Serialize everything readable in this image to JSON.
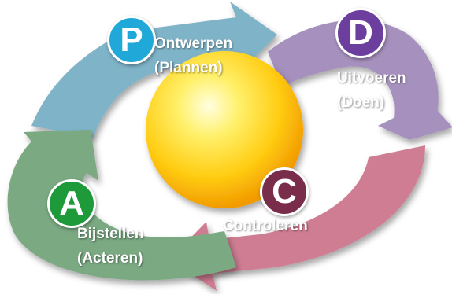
{
  "stages": {
    "plan": {
      "letter": "P",
      "line1": "Ontwerpen",
      "line2": "(Plannen)",
      "color": "#7fb3c8",
      "badge_color": "#1fa8d8"
    },
    "do": {
      "letter": "D",
      "line1": "Uitvoeren",
      "line2": "(Doen)",
      "color": "#a690bd",
      "badge_color": "#6c3f9e"
    },
    "check": {
      "letter": "C",
      "line1": "Controleren",
      "line2": "",
      "color": "#cf7d92",
      "badge_color": "#7a2d4b"
    },
    "act": {
      "letter": "A",
      "line1": "Bijstellen",
      "line2": "(Acteren)",
      "color": "#7aa982",
      "badge_color": "#1f9a3a"
    }
  },
  "center": {
    "color": "#ffd21a"
  }
}
